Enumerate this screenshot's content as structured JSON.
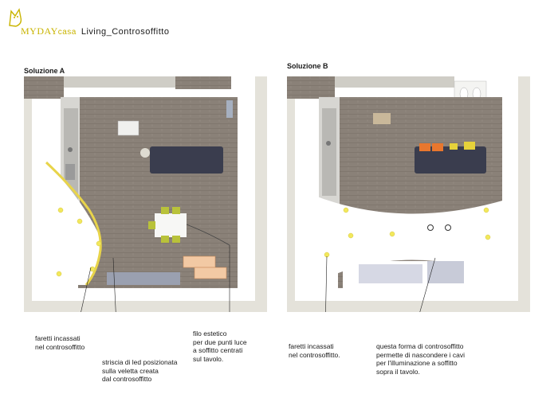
{
  "header": {
    "brand_part1": "MYDAY",
    "brand_part2": "casa",
    "title": "Living_Controsoffitto"
  },
  "plans": [
    {
      "label": "Soluzione A"
    },
    {
      "label": "Soluzione B"
    }
  ],
  "notes": {
    "a_faretti": "faretti incassati\nnel controsoffitto",
    "a_striscia": "striscia di led posizionata\nsulla veletta creata\ndal controsoffitto",
    "a_filo": "filo estetico\nper due punti luce\na soffitto centrati\nsul tavolo.",
    "b_faretti": "faretti incassati\nnel controsoffitto.",
    "b_forma": "questa forma di controsoffitto\npermette di nascondere i cavi\nper l'illuminazione a soffitto\nsopra il tavolo."
  },
  "colors": {
    "floor": "#8a8178",
    "ceiling": "#ffffff",
    "wall": "#e4e2da",
    "led_strip": "#e8d44a",
    "spotlight": "#f2e85c",
    "sofa": "#3a3d4e",
    "chair": "#b9c23a",
    "cushion_orange": "#e8772e",
    "cushion_yellow": "#e6d23a",
    "accent_brand": "#c9b400"
  }
}
